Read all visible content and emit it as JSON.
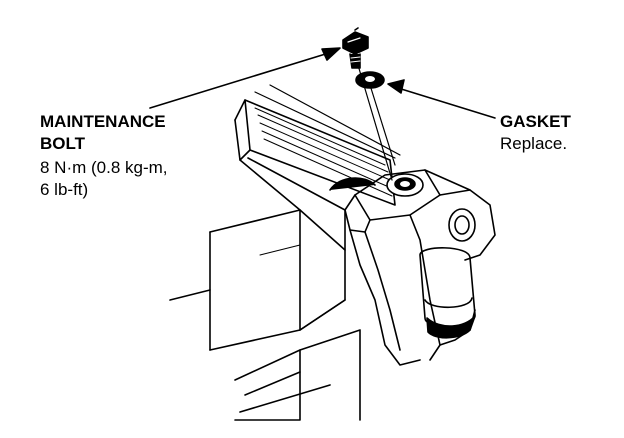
{
  "labels": {
    "maintenance_bolt": {
      "line1": "MAINTENANCE",
      "line2": "BOLT",
      "torque_line1": "8 N·m (0.8 kg-m,",
      "torque_line2": "6 lb-ft)"
    },
    "gasket": {
      "title": "GASKET",
      "instruction": "Replace."
    }
  },
  "colors": {
    "ink": "#000000",
    "paper": "#ffffff"
  }
}
